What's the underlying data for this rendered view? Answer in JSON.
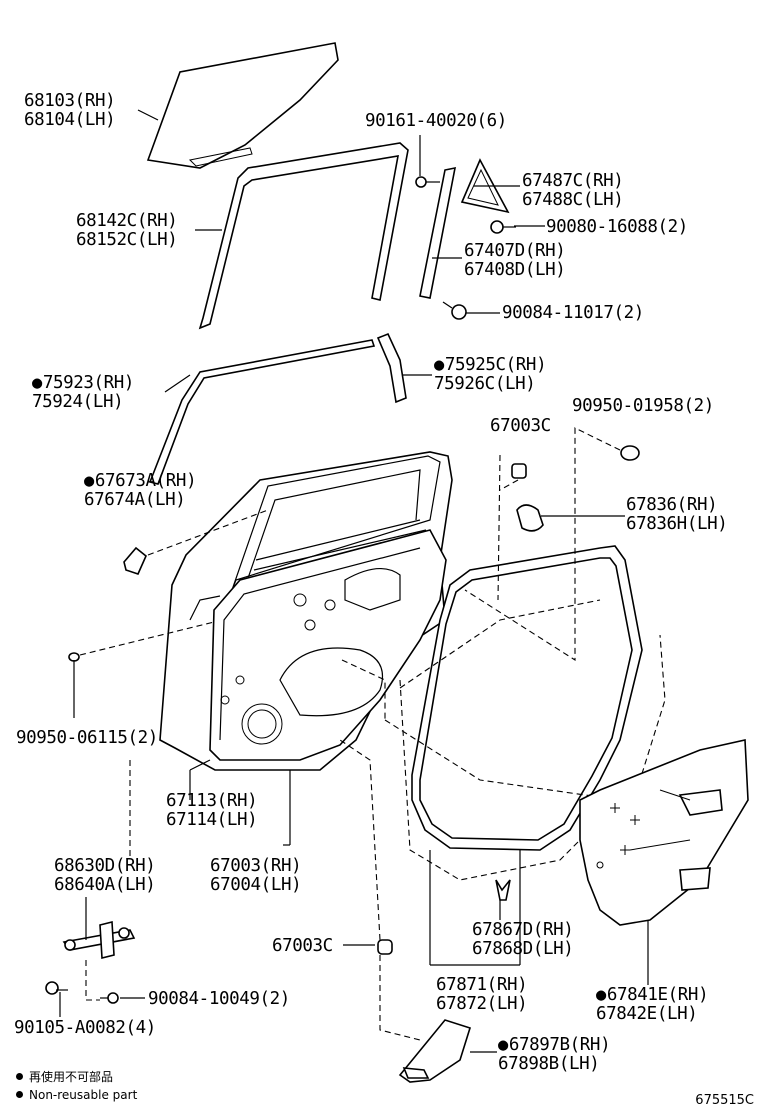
{
  "labels": {
    "l68103": "68103(RH)\n68104(LH)",
    "l90161": "90161-40020(6)",
    "l67487": "67487C(RH)\n67488C(LH)",
    "l90080": "90080-16088(2)",
    "l68142": "68142C(RH)\n68152C(LH)",
    "l67407": "67407D(RH)\n67408D(LH)",
    "l90084a": "90084-11017(2)",
    "l75925": "75925C(RH)\n75926C(LH)",
    "l75923": "75923(RH)\n75924(LH)",
    "l90950a": "90950-01958(2)",
    "l67003a": "67003C",
    "l67673": "67673A(RH)\n67674A(LH)",
    "l67836": "67836(RH)\n67836H(LH)",
    "l90950b": "90950-06115(2)",
    "l67113": "67113(RH)\n67114(LH)",
    "l67003b": "67003(RH)\n67004(LH)",
    "l68630": "68630D(RH)\n68640A(LH)",
    "l67867": "67867D(RH)\n67868D(LH)",
    "l67003c": "67003C",
    "l67841": "67841E(RH)\n67842E(LH)",
    "l90084b": "90084-10049(2)",
    "l67871": "67871(RH)\n67872(LH)",
    "l90105": "90105-A0082(4)",
    "l67897": "67897B(RH)\n67898B(LH)"
  },
  "legend": {
    "line1": "再使用不可部品",
    "line2": "Non-reusable part"
  },
  "diagram_code": "675515C"
}
